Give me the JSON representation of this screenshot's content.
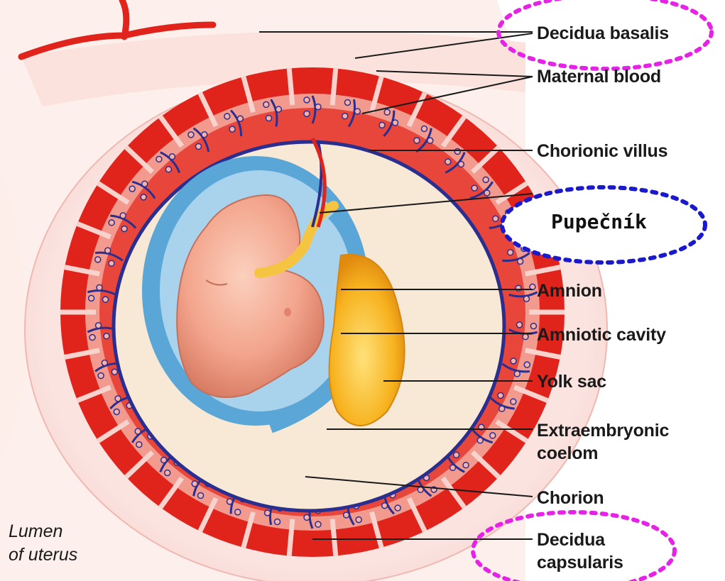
{
  "labels": {
    "decidua_basalis": "Decidua basalis",
    "maternal_blood": "Maternal blood",
    "chorionic_villus": "Chorionic villus",
    "amnion": "Amnion",
    "amniotic_cavity": "Amniotic cavity",
    "yolk_sac": "Yolk sac",
    "extraembryonic_coelom_line1": "Extraembryonic",
    "extraembryonic_coelom_line2": "coelom",
    "chorion": "Chorion",
    "decidua_capsularis_line1": "Decidua",
    "decidua_capsularis_line2": "capsularis"
  },
  "lumen_label": {
    "line1": "Lumen",
    "line2": "of uterus"
  },
  "annotation": {
    "text": "Pupečník",
    "outline_color": "#1a1acc"
  },
  "highlight_color": "#e622e6",
  "colors": {
    "tissue": "#f6d6d2",
    "vessel": "#e0241c",
    "vein": "#2a2f8f",
    "amnion": "#5aa6d6",
    "embryo": "#f3a48c",
    "yolk_sac": "#f7b21e",
    "coelom": "#f7e9d6"
  }
}
